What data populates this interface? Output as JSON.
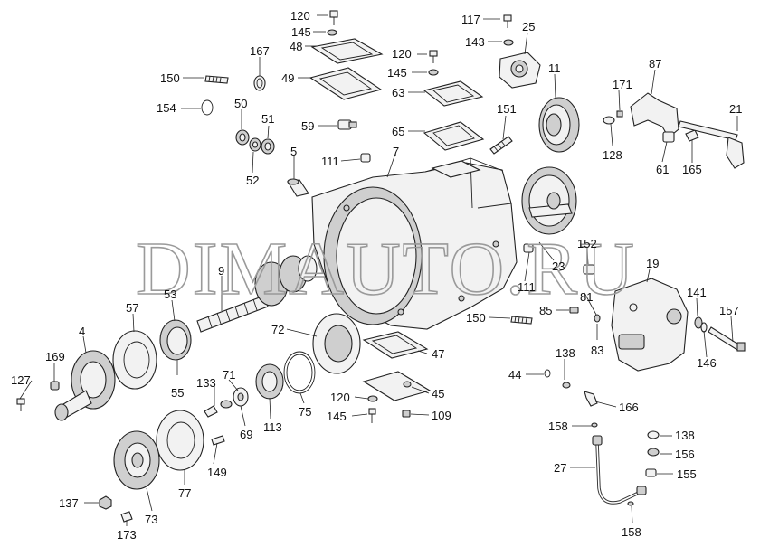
{
  "watermark": "DIMAUTO.RU",
  "labels": [
    {
      "id": "120a",
      "text": "120"
    },
    {
      "id": "145a",
      "text": "145"
    },
    {
      "id": "48",
      "text": "48"
    },
    {
      "id": "117",
      "text": "117"
    },
    {
      "id": "25",
      "text": "25"
    },
    {
      "id": "143",
      "text": "143"
    },
    {
      "id": "120b",
      "text": "120"
    },
    {
      "id": "145b",
      "text": "145"
    },
    {
      "id": "63",
      "text": "63"
    },
    {
      "id": "150a",
      "text": "150"
    },
    {
      "id": "167",
      "text": "167"
    },
    {
      "id": "49",
      "text": "49"
    },
    {
      "id": "11",
      "text": "11"
    },
    {
      "id": "87",
      "text": "87"
    },
    {
      "id": "171",
      "text": "171"
    },
    {
      "id": "154",
      "text": "154"
    },
    {
      "id": "50",
      "text": "50"
    },
    {
      "id": "51",
      "text": "51"
    },
    {
      "id": "59",
      "text": "59"
    },
    {
      "id": "65",
      "text": "65"
    },
    {
      "id": "151",
      "text": "151"
    },
    {
      "id": "21",
      "text": "21"
    },
    {
      "id": "128",
      "text": "128"
    },
    {
      "id": "61",
      "text": "61"
    },
    {
      "id": "165",
      "text": "165"
    },
    {
      "id": "52",
      "text": "52"
    },
    {
      "id": "5",
      "text": "5"
    },
    {
      "id": "111a",
      "text": "111"
    },
    {
      "id": "7",
      "text": "7"
    },
    {
      "id": "152",
      "text": "152"
    },
    {
      "id": "23",
      "text": "23"
    },
    {
      "id": "19",
      "text": "19"
    },
    {
      "id": "9",
      "text": "9"
    },
    {
      "id": "111b",
      "text": "111"
    },
    {
      "id": "81",
      "text": "81"
    },
    {
      "id": "141",
      "text": "141"
    },
    {
      "id": "57",
      "text": "57"
    },
    {
      "id": "53",
      "text": "53"
    },
    {
      "id": "150b",
      "text": "150"
    },
    {
      "id": "85",
      "text": "85"
    },
    {
      "id": "157",
      "text": "157"
    },
    {
      "id": "4",
      "text": "4"
    },
    {
      "id": "72",
      "text": "72"
    },
    {
      "id": "83",
      "text": "83"
    },
    {
      "id": "146",
      "text": "146"
    },
    {
      "id": "169",
      "text": "169"
    },
    {
      "id": "47",
      "text": "47"
    },
    {
      "id": "138a",
      "text": "138"
    },
    {
      "id": "127",
      "text": "127"
    },
    {
      "id": "55",
      "text": "55"
    },
    {
      "id": "133",
      "text": "133"
    },
    {
      "id": "71",
      "text": "71"
    },
    {
      "id": "44",
      "text": "44"
    },
    {
      "id": "120c",
      "text": "120"
    },
    {
      "id": "45",
      "text": "45"
    },
    {
      "id": "166",
      "text": "166"
    },
    {
      "id": "69",
      "text": "69"
    },
    {
      "id": "113",
      "text": "113"
    },
    {
      "id": "75",
      "text": "75"
    },
    {
      "id": "145c",
      "text": "145"
    },
    {
      "id": "109",
      "text": "109"
    },
    {
      "id": "158a",
      "text": "158"
    },
    {
      "id": "138b",
      "text": "138"
    },
    {
      "id": "156",
      "text": "156"
    },
    {
      "id": "149",
      "text": "149"
    },
    {
      "id": "77",
      "text": "77"
    },
    {
      "id": "27",
      "text": "27"
    },
    {
      "id": "155",
      "text": "155"
    },
    {
      "id": "137",
      "text": "137"
    },
    {
      "id": "73",
      "text": "73"
    },
    {
      "id": "173",
      "text": "173"
    },
    {
      "id": "158b",
      "text": "158"
    }
  ]
}
